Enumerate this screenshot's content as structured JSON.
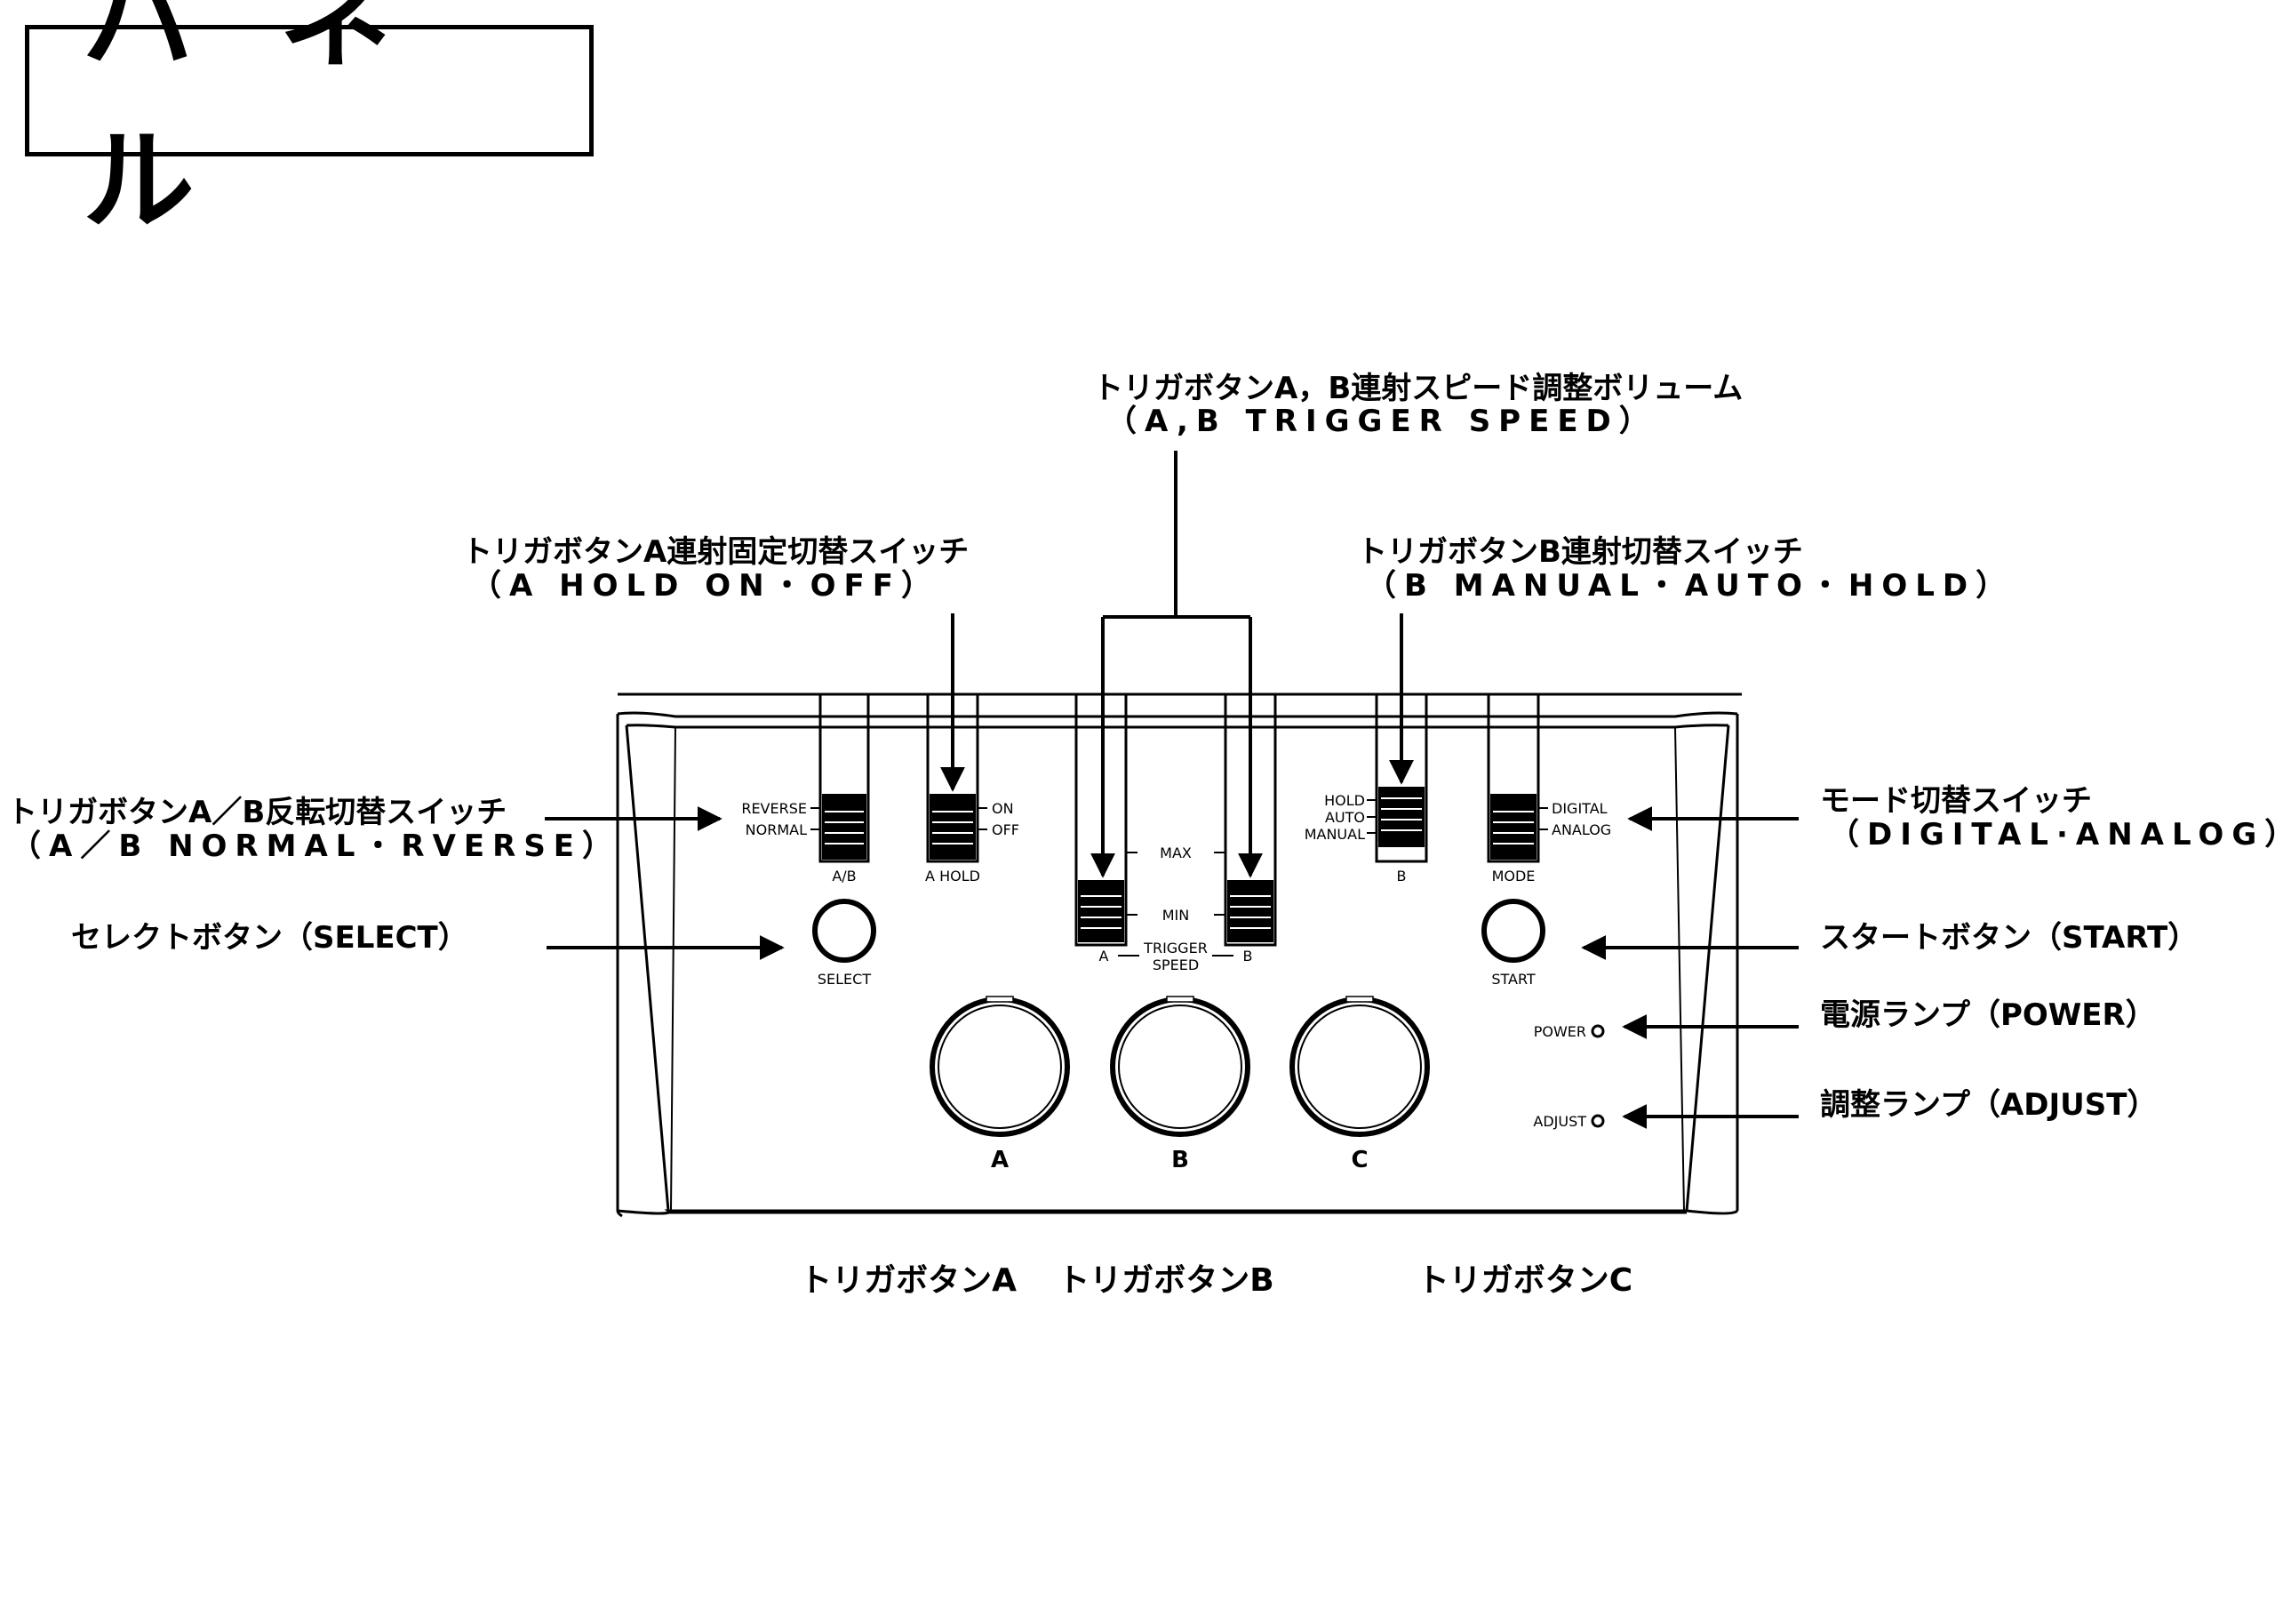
{
  "title": "パネル",
  "callouts": {
    "trigger_speed": {
      "ja": "トリガボタンA，B連射スピード調整ボリューム",
      "en": "（A,B TRIGGER SPEED）"
    },
    "a_hold": {
      "ja": "トリガボタンA連射固定切替スイッチ",
      "en": "（A HOLD  ON・OFF）"
    },
    "b_mode": {
      "ja": "トリガボタンB連射切替スイッチ",
      "en": "（B MANUAL・AUTO・HOLD）"
    },
    "ab_reverse": {
      "ja": "トリガボタンA／B反転切替スイッチ",
      "en": "（A／B NORMAL・RVERSE）"
    },
    "mode_switch": {
      "ja": "モード切替スイッチ",
      "en": "（DIGITAL·ANALOG）"
    },
    "select": {
      "ja": "セレクトボタン（SELECT）"
    },
    "start": {
      "ja": "スタートボタン（START）"
    },
    "power": {
      "ja": "電源ランプ（POWER）"
    },
    "adjust": {
      "ja": "調整ランプ（ADJUST）"
    }
  },
  "panel": {
    "ab_switch": {
      "top": "REVERSE",
      "bottom": "NORMAL",
      "name": "A/B"
    },
    "ahold_switch": {
      "top": "ON",
      "bottom": "OFF",
      "name": "A HOLD"
    },
    "speed": {
      "max": "MAX",
      "min": "MIN",
      "a": "A",
      "b": "B",
      "title_1": "TRIGGER",
      "title_2": "SPEED"
    },
    "b_switch": {
      "l1": "HOLD",
      "l2": "AUTO",
      "l3": "MANUAL",
      "name": "B"
    },
    "mode_switch": {
      "top": "DIGITAL",
      "bottom": "ANALOG",
      "name": "MODE"
    },
    "select": "SELECT",
    "start": "START",
    "power": "POWER",
    "adjust": "ADJUST",
    "buttons": [
      "A",
      "B",
      "C"
    ]
  },
  "bottom_labels": [
    "トリガボタンA",
    "トリガボタンB",
    "トリガボタンC"
  ]
}
